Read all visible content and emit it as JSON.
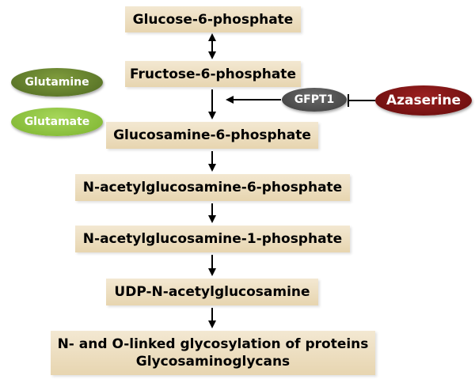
{
  "pathway": {
    "steps": [
      "Glucose-6-phosphate",
      "Fructose-6-phosphate",
      "Glucosamine-6-phosphate",
      "N-acetylglucosamine-6-phosphate",
      "N-acetylglucosamine-1-phosphate",
      "UDP-N-acetylglucosamine"
    ],
    "final": {
      "line1": "N- and O-linked glycosylation of proteins",
      "line2": "Glycosaminoglycans"
    }
  },
  "substrates": {
    "glutamine": "Glutamine",
    "glutamate": "Glutamate"
  },
  "enzyme": "GFPT1",
  "inhibitor": "Azaserine",
  "colors": {
    "box_fill": "#ecdcbc",
    "glutamine": "#5f7a2a",
    "glutamate": "#8ec63f",
    "enzyme": "#4d4d4d",
    "inhibitor": "#7a1111"
  }
}
